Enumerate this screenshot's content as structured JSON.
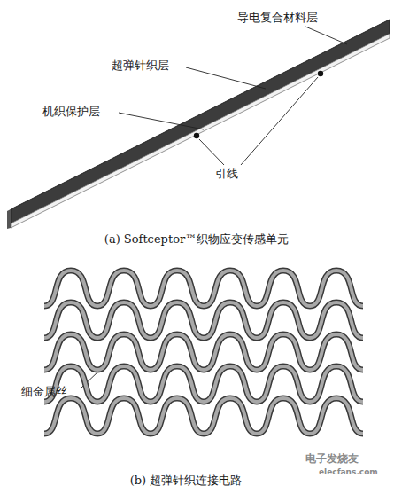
{
  "diagram": {
    "labels": [
      "导电复合材料层",
      "超弹针织层",
      "机织保护层",
      "引线",
      "(a) Softceptor™织物应变传感单元",
      "细金属丝",
      "(b) 超弹针织连接电路",
      "电子发烧友",
      "elecfans.com"
    ]
  }
}
